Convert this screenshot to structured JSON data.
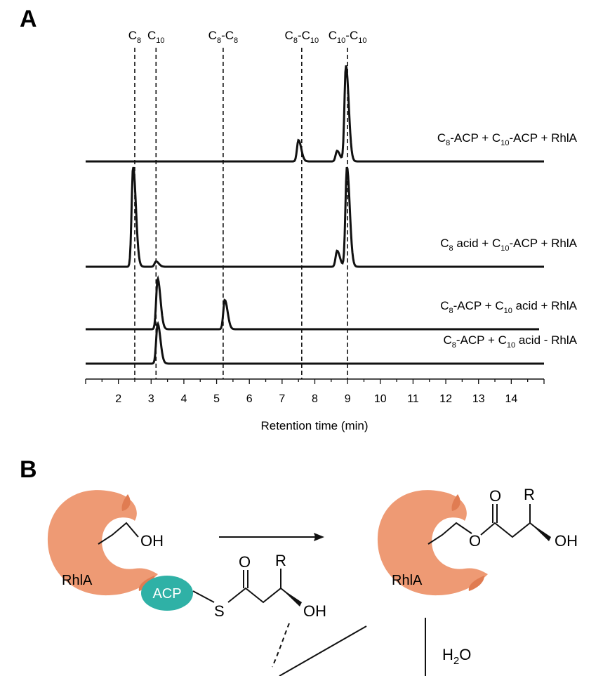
{
  "panel_a": {
    "label": "A",
    "peak_labels": [
      {
        "main": "C",
        "sub": "8",
        "post": "",
        "sub2": "",
        "x": 2.5
      },
      {
        "main": "C",
        "sub": "10",
        "post": "",
        "sub2": "",
        "x": 3.15
      },
      {
        "main": "C",
        "sub": "8",
        "post": "-C",
        "sub2": "8",
        "x": 5.2
      },
      {
        "main": "C",
        "sub": "8",
        "post": "-C",
        "sub2": "10",
        "x": 7.6
      },
      {
        "main": "C",
        "sub": "10",
        "post": "-C",
        "sub2": "10",
        "x": 9.0
      }
    ],
    "traces": [
      {
        "parts": [
          [
            "C",
            "8",
            "-ACP + C"
          ],
          [
            "",
            "10",
            "-ACP + RhlA"
          ]
        ],
        "peaks": [
          {
            "x": 7.5,
            "h": 0.16
          },
          {
            "x": 8.68,
            "h": 0.08
          },
          {
            "x": 8.95,
            "h": 0.72
          }
        ]
      },
      {
        "parts": [
          [
            "C",
            "8",
            " acid  + C"
          ],
          [
            "",
            "10",
            "-ACP + RhlA"
          ]
        ],
        "peaks": [
          {
            "x": 2.45,
            "h": 0.75
          },
          {
            "x": 3.15,
            "h": 0.04
          },
          {
            "x": 8.68,
            "h": 0.12
          },
          {
            "x": 8.98,
            "h": 0.75
          }
        ]
      },
      {
        "parts": [
          [
            "C",
            "8",
            "-ACP + C"
          ],
          [
            "",
            "10",
            " acid  + RhlA"
          ]
        ],
        "peaks": [
          {
            "x": 3.2,
            "h": 0.38
          },
          {
            "x": 5.25,
            "h": 0.22
          }
        ]
      },
      {
        "parts": [
          [
            "C",
            "8",
            "-ACP + C"
          ],
          [
            "",
            "10",
            " acid   - RhlA"
          ]
        ],
        "peaks": [
          {
            "x": 3.2,
            "h": 0.3
          }
        ]
      }
    ],
    "xaxis": {
      "label": "Retention time (min)",
      "ticks": [
        2,
        3,
        4,
        5,
        6,
        7,
        8,
        9,
        10,
        11,
        12,
        13,
        14
      ],
      "range": [
        1,
        15
      ]
    }
  },
  "panel_b": {
    "label": "B",
    "enzyme_label": "RhlA",
    "product_enzyme_label": "RhlA",
    "acp_label": "ACP",
    "oh": "OH",
    "o": "O",
    "r": "R",
    "s": "S",
    "water": {
      "h": "H",
      "sub": "2",
      "o": "O"
    },
    "colors": {
      "enzyme": "#EE9A74",
      "enzyme_dark": "#E07C52",
      "acp": "#2FB1A6"
    }
  }
}
